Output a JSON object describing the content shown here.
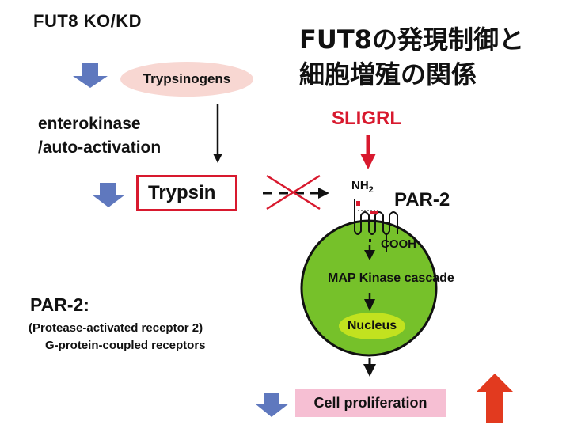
{
  "title_left": "FUT8 KO/KD",
  "title_jp": {
    "line1": "FUT8の発現制御と",
    "line2": "細胞増殖の関係"
  },
  "nodes": {
    "trypsinogens": "Trypsinogens",
    "enterokinase_line1": "enterokinase",
    "enterokinase_line2": "/auto-activation",
    "trypsin": "Trypsin",
    "sligrl": "SLIGRL",
    "nh2": "NH",
    "nh2_sub": "2",
    "par2": "PAR-2",
    "cooh": "COOH",
    "map_kinase": "MAP Kinase cascade",
    "nucleus": "Nucleus",
    "cell_proliferation": "Cell proliferation"
  },
  "definition": {
    "title": "PAR-2:",
    "line1": "(Protease-activated receptor 2)",
    "line2": "G-protein-coupled receptors"
  },
  "colors": {
    "down_arrow": "#5f78be",
    "up_arrow": "#e23a1f",
    "red_accent": "#d8192e",
    "cell_green": "#76c12a",
    "nucleus_green": "#c2e21f",
    "trypsinogen_fill": "#f8d7d2",
    "proliferation_fill": "#f6bfd3"
  }
}
